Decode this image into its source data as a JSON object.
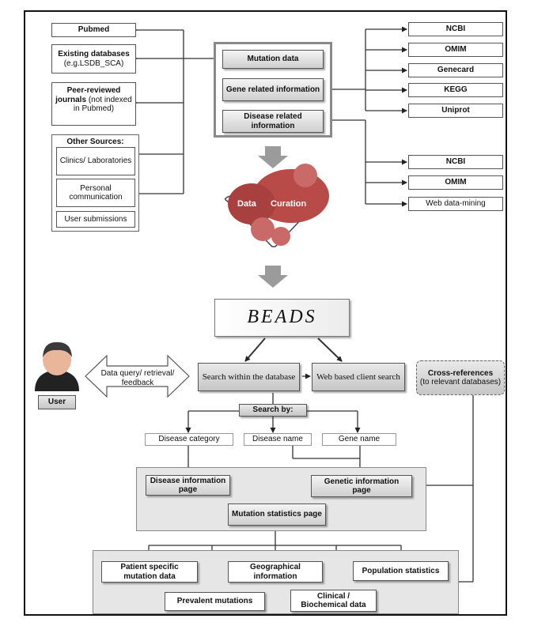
{
  "sources": {
    "pubmed": "Pubmed",
    "existing_db": "Existing databases",
    "existing_db_sub": "(e.g.LSDB_SCA)",
    "peer_reviewed_bold": "Peer-reviewed journals",
    "peer_reviewed_rest": "(not indexed in Pubmed)",
    "other_sources": "Other Sources:",
    "clinics": "Clinics/ Laboratories",
    "personal": "Personal communication",
    "user_submissions": "User submissions"
  },
  "data_types": {
    "mutation": "Mutation data",
    "gene": "Gene related information",
    "disease": "Disease related information"
  },
  "gene_resources": [
    "NCBI",
    "OMIM",
    "Genecard",
    "KEGG",
    "Uniprot"
  ],
  "disease_resources": [
    "NCBI",
    "OMIM",
    "Web data-mining"
  ],
  "curation": {
    "data": "Data",
    "curation": "Curation"
  },
  "logo": "BEADS",
  "user": {
    "label": "User",
    "arrow_text": "Data query/ retrieval/ feedback"
  },
  "search": {
    "within_db": "Search within the database",
    "web_client": "Web based client search",
    "cross_refs": "Cross-references",
    "cross_refs_sub": "(to relevant databases)",
    "search_by": "Search by:"
  },
  "search_options": [
    "Disease category",
    "Disease name",
    "Gene name"
  ],
  "pages": {
    "disease_info": "Disease information page",
    "genetic_info": "Genetic information page",
    "mutation_stats": "Mutation statistics page"
  },
  "outputs": {
    "patient_specific": "Patient specific mutation data",
    "geographical": "Geographical information",
    "population": "Population statistics",
    "prevalent": "Prevalent mutations",
    "clinical": "Clinical / Biochemical data"
  }
}
